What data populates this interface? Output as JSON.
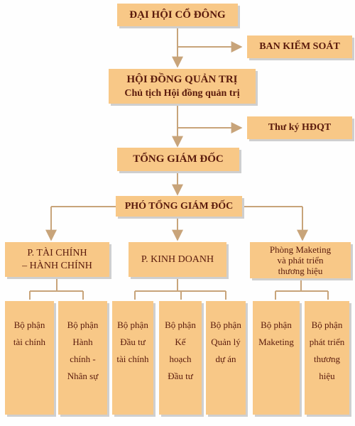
{
  "nodes": {
    "shareholders": "ĐẠI HỘI CỔ ĐÔNG",
    "supervisory": "BAN KIỂM SOÁT",
    "board_line1": "HỘI ĐỒNG QUẢN TRỊ",
    "board_line2": "Chủ tịch Hội đồng quản trị",
    "secretary": "Thư ký HĐQT",
    "ceo": "TỔNG GIÁM ĐỐC",
    "deputy_ceo": "PHÓ TỔNG GIÁM ĐỐC",
    "finance_dept_line1": "P. TÀI CHÍNH",
    "finance_dept_line2": "– HÀNH CHÍNH",
    "business_dept": "P. KINH DOANH",
    "marketing_dept_line1": "Phòng Maketing",
    "marketing_dept_line2": "và phát triển",
    "marketing_dept_line3": "thương hiệu"
  },
  "leaves": {
    "finance": [
      "Bộ phận",
      "tài chính"
    ],
    "hr": [
      "Bộ phận",
      "Hành",
      "chính -",
      "Nhân sự"
    ],
    "fin_invest": [
      "Bộ phận",
      "Đầu tư",
      "tài chính"
    ],
    "invest_plan": [
      "Bộ phận",
      "Kế",
      "hoạch",
      "Đầu tư"
    ],
    "project_mgmt": [
      "Bộ phận",
      "Quản lý",
      "dự án"
    ],
    "marketing": [
      "Bộ phận",
      "Maketing"
    ],
    "brand_dev": [
      "Bộ phận",
      "phát triển",
      "thương",
      "hiệu"
    ]
  },
  "colors": {
    "box_fill": "#f8c887",
    "line": "#c8a47a",
    "text": "#5a1a0c",
    "shadow": "#cfcfcf"
  }
}
